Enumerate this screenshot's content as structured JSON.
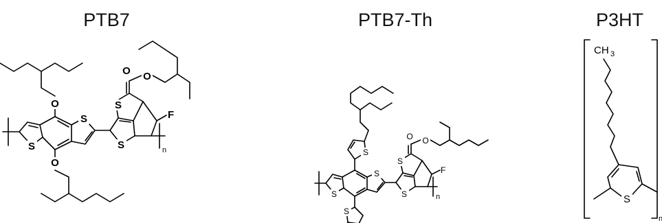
{
  "panels": [
    {
      "name": "PTB7",
      "atoms": {
        "o1": "O",
        "o2": "O",
        "o3": "O",
        "o4": "O",
        "s1": "S",
        "s2": "S",
        "s3": "S",
        "s4": "S",
        "f": "F",
        "n": "n"
      }
    },
    {
      "name": "PTB7-Th",
      "atoms": {
        "s1": "S",
        "s2": "S",
        "s3": "S",
        "s4": "S",
        "s5": "S",
        "s6": "S",
        "o1": "O",
        "o2": "O",
        "f": "F",
        "n": "n"
      }
    },
    {
      "name": "P3HT",
      "atoms": {
        "ch3": "CH",
        "ch3_sub": "3",
        "s": "S",
        "n": "n"
      }
    }
  ]
}
